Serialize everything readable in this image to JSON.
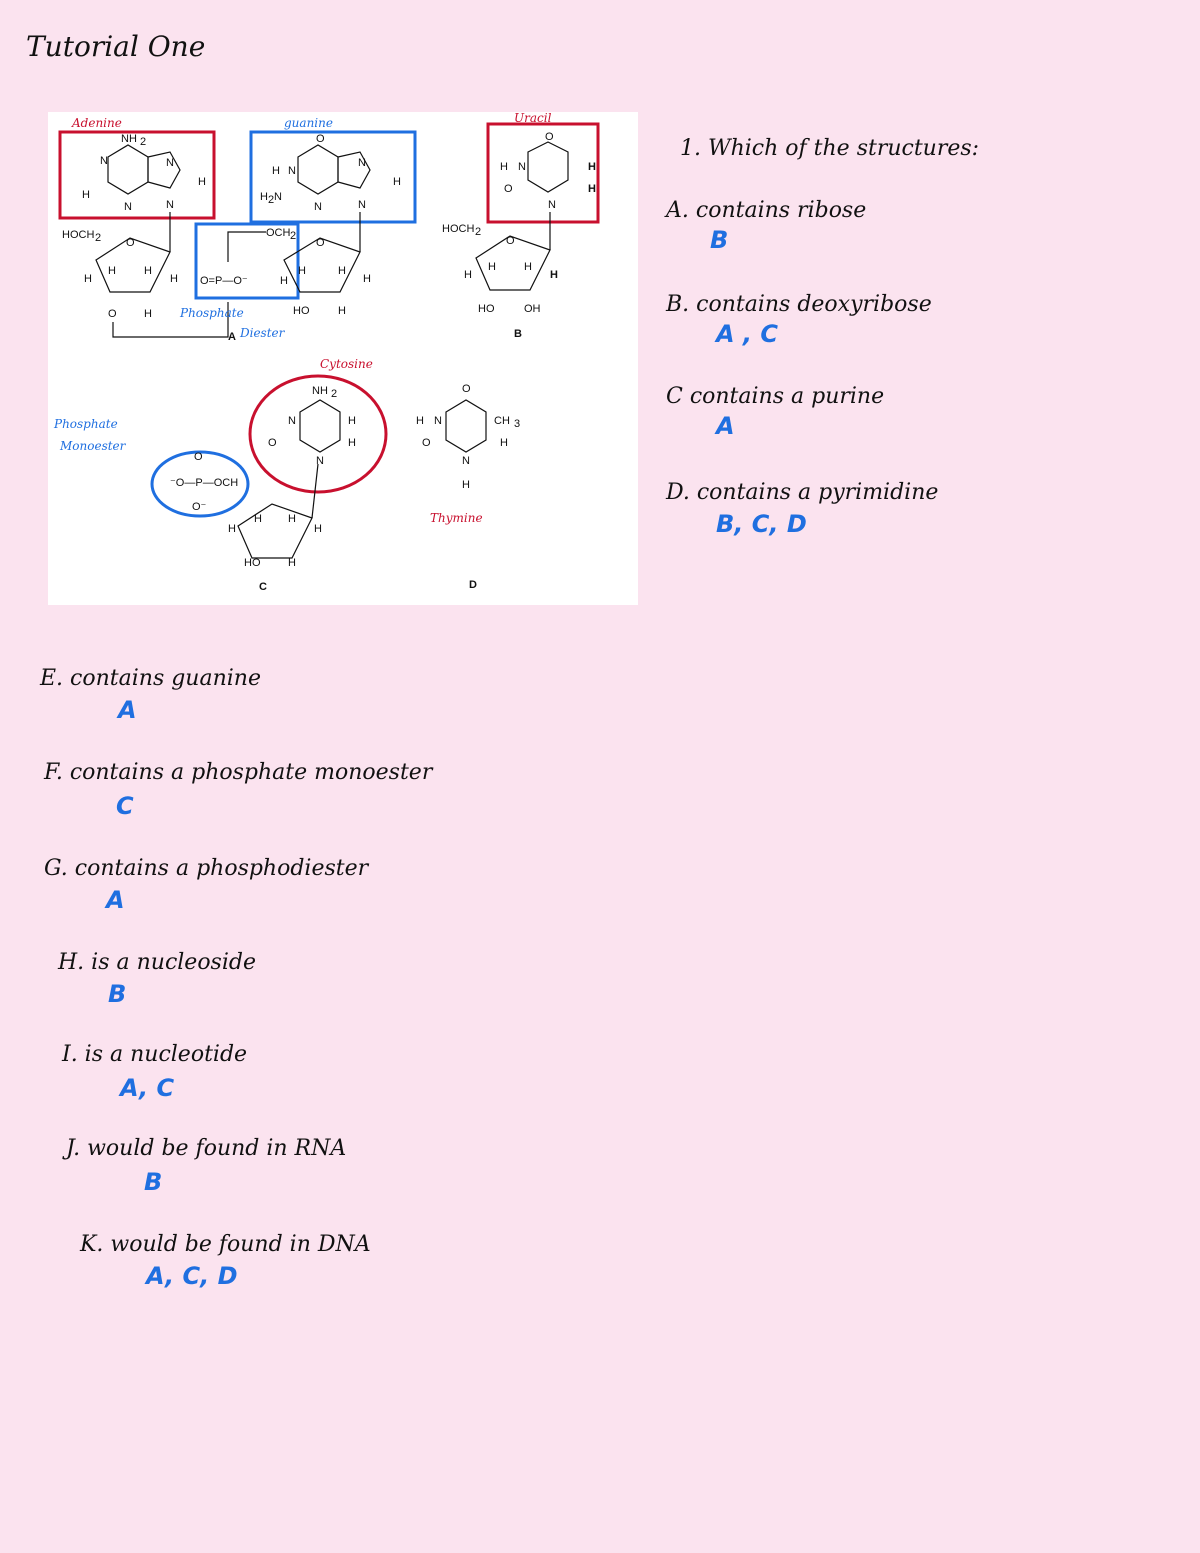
{
  "title": "Tutorial One",
  "figure": {
    "structure_labels": [
      "A",
      "B",
      "C",
      "D"
    ],
    "annotations": {
      "adenine": "Adenine",
      "guanine": "guanine",
      "uracil": "Uracil",
      "cytosine": "Cytosine",
      "thymine": "Thymine",
      "phosphate_diester_line1": "Phosphate",
      "phosphate_diester_line2": "Diester",
      "phosphate_monoester_line1": "Phosphate",
      "phosphate_monoester_line2": "Monoester"
    },
    "chem_text": {
      "nh2": "NH",
      "nh2_sub": "2",
      "hoch2": "HOCH",
      "hoch2_sub": "2",
      "och2": "OCH",
      "och2_sub": "2",
      "h2n": "H",
      "h2n_sub": "2",
      "h2n_tail": "N",
      "ch3": "CH",
      "ch3_sub": "3",
      "n": "N",
      "o": "O",
      "h": "H",
      "ho": "HO",
      "oh": "OH",
      "phosphate_chain": "O=P—O⁻",
      "monoester_chain": "⁻O—P—OCH",
      "o_minus": "O⁻"
    }
  },
  "intro": "1. Which of the structures:",
  "questions": [
    {
      "q": "A. contains ribose",
      "a": "B"
    },
    {
      "q": "B. contains deoxyribose",
      "a": "A , C"
    },
    {
      "q": "C contains a purine",
      "a": "A"
    },
    {
      "q": "D. contains a pyrimidine",
      "a": "B, C, D"
    },
    {
      "q": "E. contains guanine",
      "a": "A"
    },
    {
      "q": "F. contains a phosphate monoester",
      "a": "C"
    },
    {
      "q": "G. contains a phosphodiester",
      "a": "A"
    },
    {
      "q": "H. is a nucleoside",
      "a": "B"
    },
    {
      "q": "I. is a nucleotide",
      "a": "A, C"
    },
    {
      "q": "J. would be found in RNA",
      "a": "B"
    },
    {
      "q": "K. would be found in DNA",
      "a": "A, C, D"
    }
  ]
}
